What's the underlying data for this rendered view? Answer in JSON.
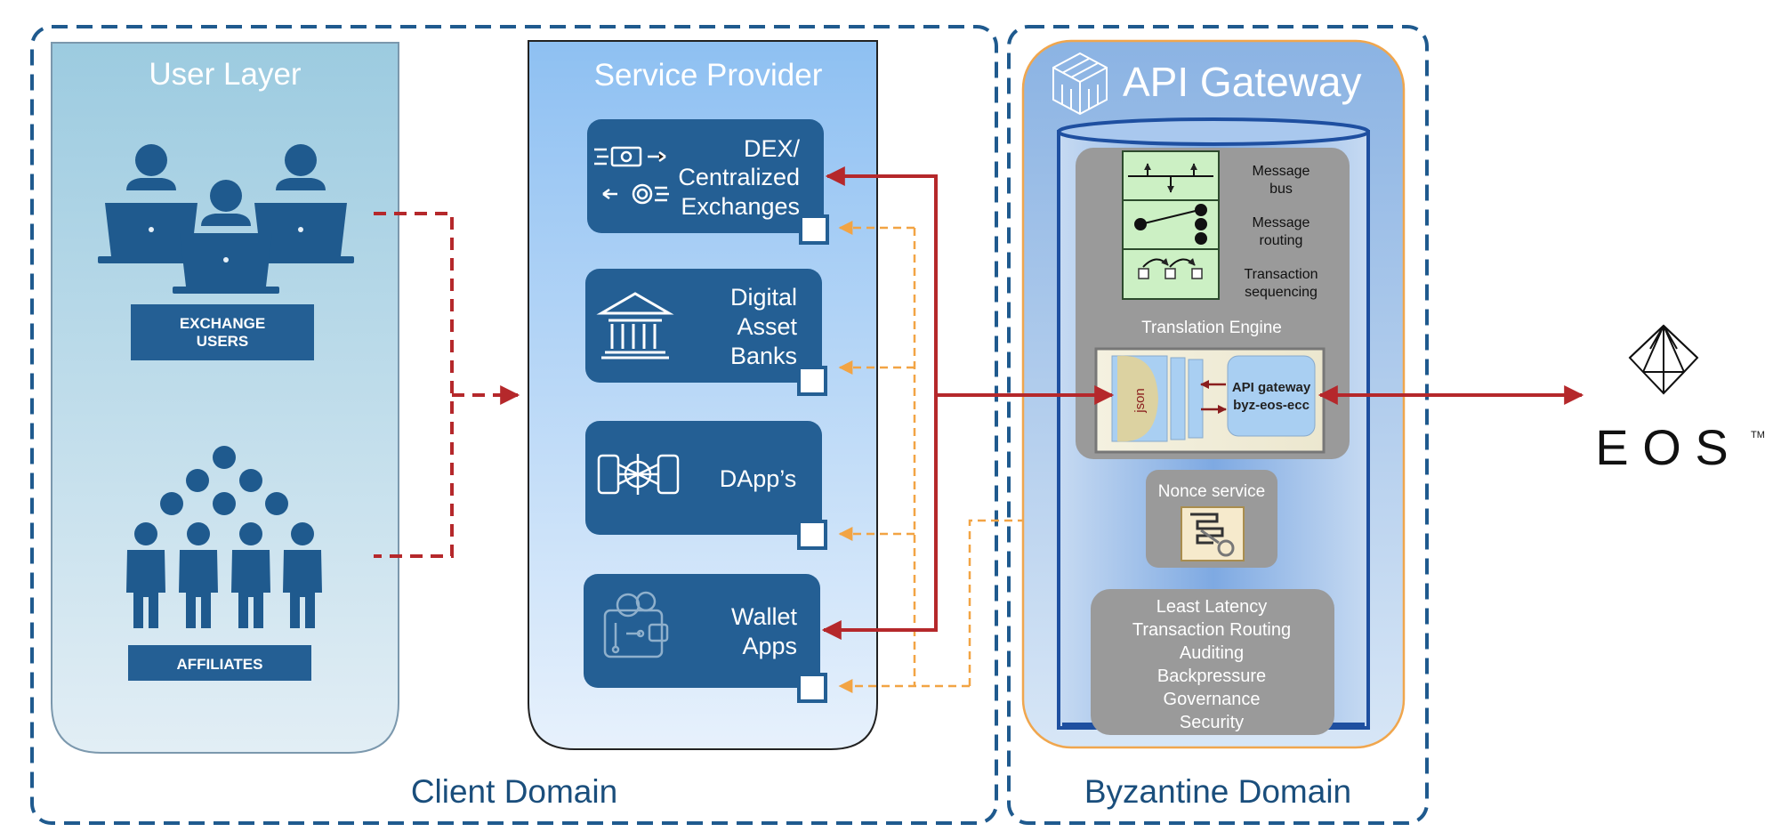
{
  "domains": {
    "client": "Client Domain",
    "byzantine": "Byzantine Domain"
  },
  "user_layer": {
    "title": "User Layer",
    "exchange_users": [
      "EXCHANGE",
      "USERS"
    ],
    "affiliates": "AFFILIATES"
  },
  "service_provider": {
    "title": "Service Provider",
    "dex": [
      "DEX/",
      "Centralized",
      "Exchanges"
    ],
    "banks": [
      "Digital",
      "Asset",
      "Banks"
    ],
    "dapps": "DApp’s",
    "wallet": [
      "Wallet",
      "Apps"
    ]
  },
  "api_gateway": {
    "title": "API Gateway",
    "message_bus": [
      "Message",
      "bus"
    ],
    "message_routing": [
      "Message",
      "routing"
    ],
    "transaction_sequencing": [
      "Transaction",
      "sequencing"
    ],
    "translation_engine": "Translation Engine",
    "json_label": "json",
    "gateway_box": [
      "API gateway",
      "byz-eos-ecc"
    ],
    "nonce_service": "Nonce service",
    "features": [
      "Least Latency",
      "Transaction Routing",
      "Auditing",
      "Backpressure",
      "Governance",
      "Security"
    ]
  },
  "eos": {
    "label": "E O S",
    "tm": "TM"
  },
  "colors": {
    "dark_blue": "#1f5a8e",
    "box_blue": "#245f94",
    "red": "#b5282b",
    "orange": "#f2a444",
    "gray_panel": "#9a9a9a",
    "user_layer_fill": "#a9cfe3",
    "service_fill": "#a4cdf5",
    "gateway_fill": "#8fb6e6",
    "gateway_border": "#f0a64d"
  }
}
